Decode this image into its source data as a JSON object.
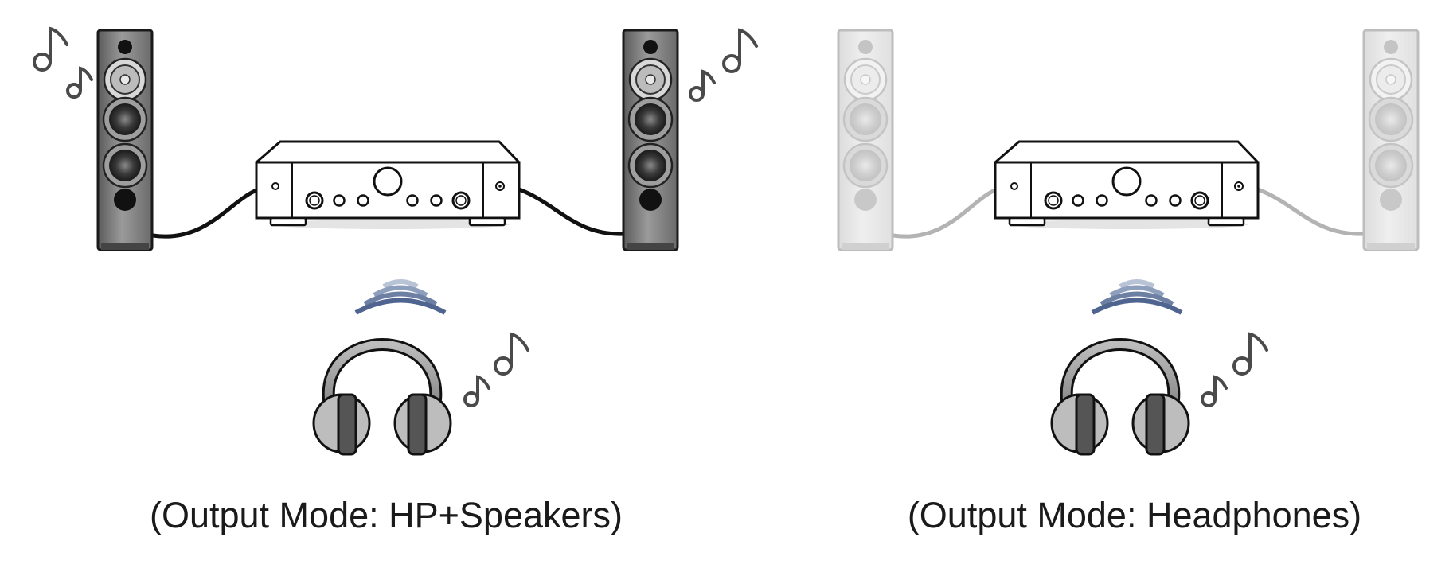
{
  "panels": [
    {
      "id": "hp-speakers",
      "caption": "(Output Mode: HP+Speakers)",
      "speakers_active": true
    },
    {
      "id": "headphones",
      "caption": "(Output Mode: Headphones)",
      "speakers_active": false
    }
  ],
  "icons": [
    "floor-speaker-icon",
    "amplifier-icon",
    "speaker-cable-icon",
    "wireless-signal-icon",
    "headphones-icon",
    "music-note-icon"
  ],
  "colors": {
    "active_line": "#111111",
    "inactive_line": "#b3b3b3",
    "signal_wave": "#5a6f95",
    "signal_wave_light": "#a9b6cf"
  }
}
